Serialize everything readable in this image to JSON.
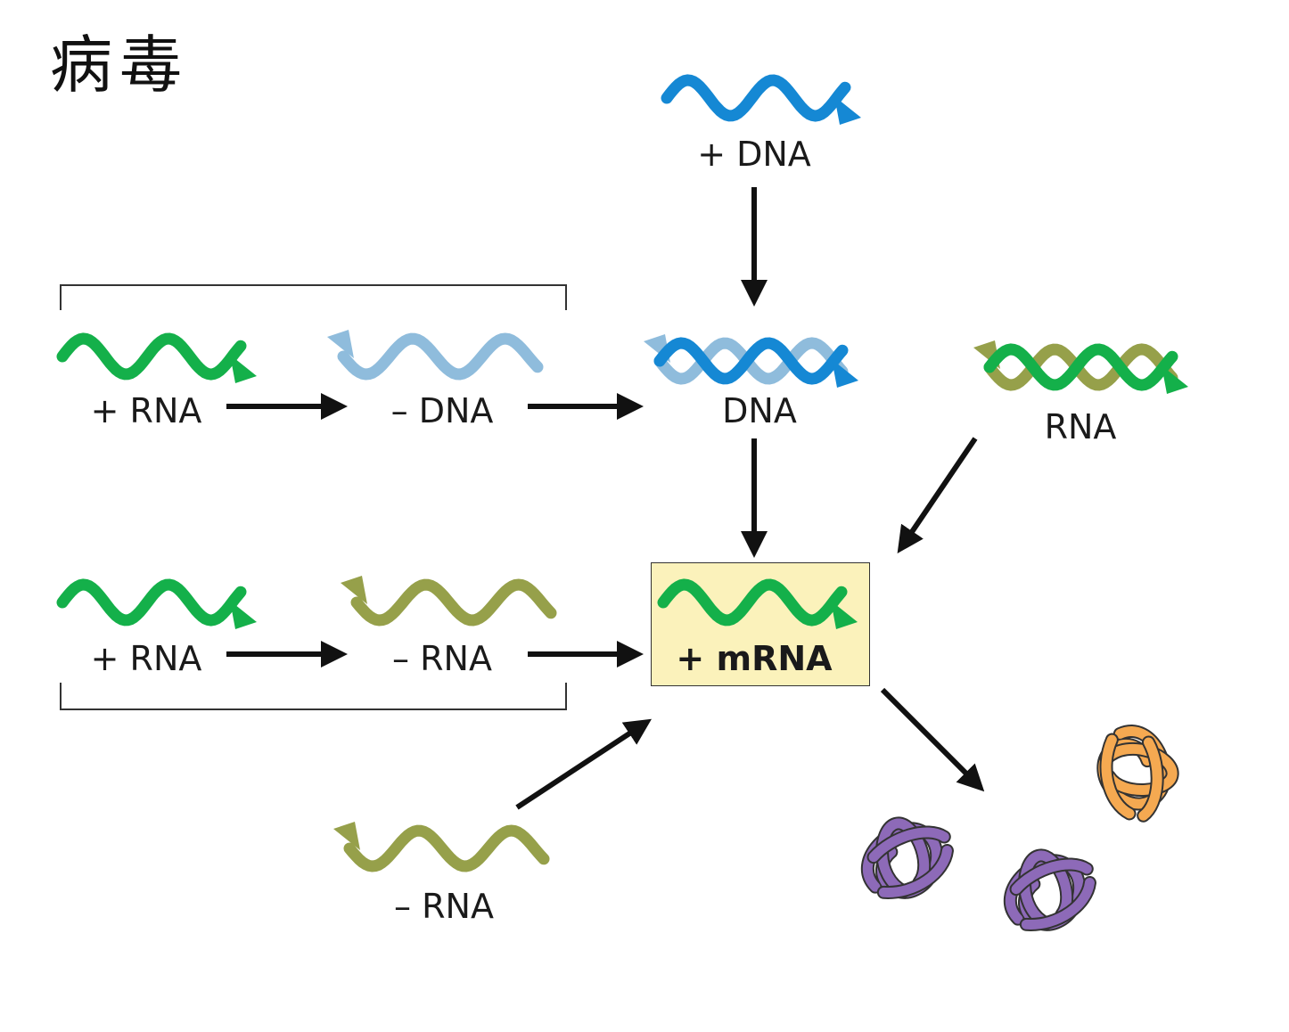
{
  "title": "病毒",
  "colors": {
    "plus_rna": "#14b04a",
    "minus_rna": "#96a04a",
    "plus_dna": "#1588d4",
    "minus_dna": "#8fbcdc",
    "mrna_box": "#fbf2bb",
    "protein_purple": "#8d6ab8",
    "protein_orange": "#f5a951",
    "arrow": "#111111"
  },
  "nodes": {
    "top_plus_dna": {
      "label": "+ DNA",
      "icon": "plus-dna-strand"
    },
    "ds_dna": {
      "label": "DNA",
      "icon": "double-stranded-dna"
    },
    "ds_rna": {
      "label": "RNA",
      "icon": "double-stranded-rna"
    },
    "row1_plus_rna": {
      "label": "+ RNA",
      "icon": "plus-rna-strand"
    },
    "row1_minus_dna": {
      "label": "– DNA",
      "icon": "minus-dna-strand"
    },
    "row2_plus_rna": {
      "label": "+ RNA",
      "icon": "plus-rna-strand"
    },
    "row2_minus_rna": {
      "label": "– RNA",
      "icon": "minus-rna-strand"
    },
    "bottom_minus_rna": {
      "label": "– RNA",
      "icon": "minus-rna-strand"
    },
    "mrna": {
      "label": "+ mRNA",
      "icon": "plus-mrna-strand"
    },
    "proteins": {
      "count": 3,
      "icon": "folded-protein"
    }
  },
  "edges": [
    {
      "from": "top_plus_dna",
      "to": "ds_dna"
    },
    {
      "from": "row1_plus_rna",
      "to": "row1_minus_dna"
    },
    {
      "from": "row1_minus_dna",
      "to": "ds_dna"
    },
    {
      "from": "ds_dna",
      "to": "mrna"
    },
    {
      "from": "ds_rna",
      "to": "mrna"
    },
    {
      "from": "row2_plus_rna",
      "to": "row2_minus_rna"
    },
    {
      "from": "row2_minus_rna",
      "to": "mrna"
    },
    {
      "from": "bottom_minus_rna",
      "to": "mrna"
    },
    {
      "from": "mrna",
      "to": "proteins"
    }
  ]
}
